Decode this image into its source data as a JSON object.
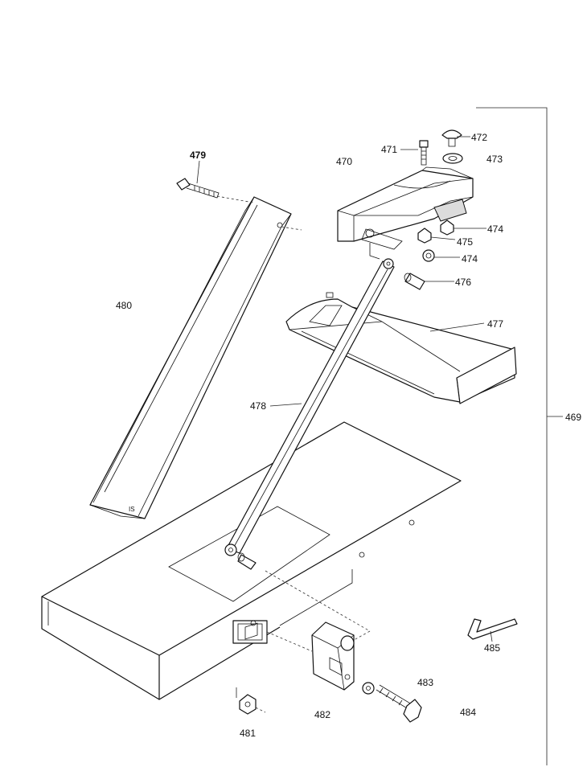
{
  "labels": {
    "p469": "469",
    "p470": "470",
    "p471": "471",
    "p472": "472",
    "p473": "473",
    "p474a": "474",
    "p474b": "474",
    "p475": "475",
    "p476": "476",
    "p477": "477",
    "p478": "478",
    "p479": "479",
    "p480": "480",
    "p481": "481",
    "p482": "482",
    "p483": "483",
    "p484": "484",
    "p485": "485"
  }
}
